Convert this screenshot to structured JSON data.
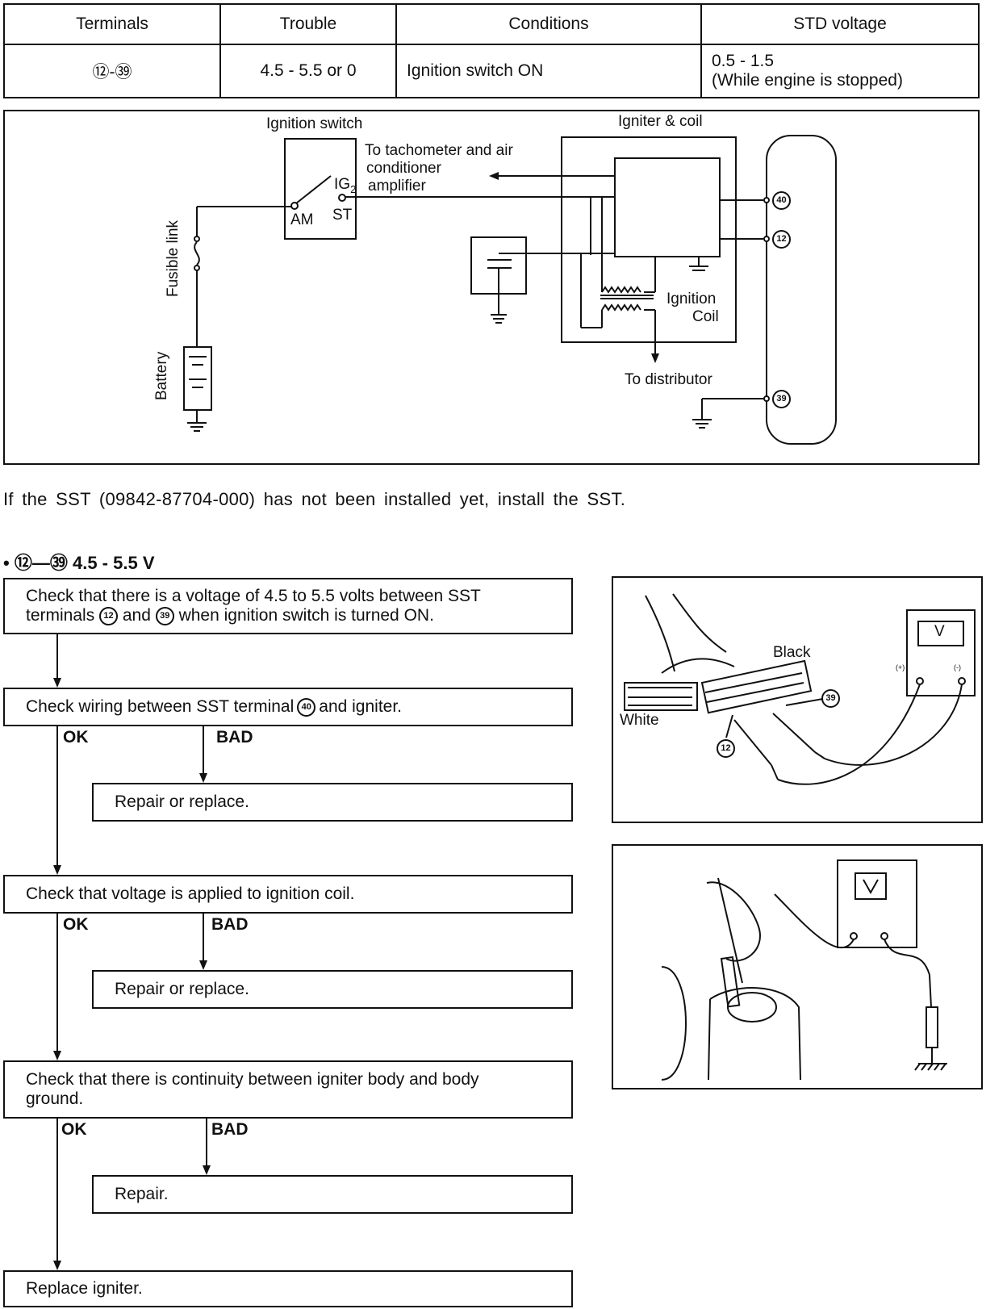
{
  "table": {
    "headers": [
      "Terminals",
      "Trouble",
      "Conditions",
      "STD voltage"
    ],
    "row": {
      "terminals_a": "⑫",
      "terminals_sep": "-",
      "terminals_b": "㊴",
      "trouble": "4.5 - 5.5 or 0",
      "conditions": "Ignition switch ON",
      "std_line1": "0.5 - 1.5",
      "std_line2": "(While engine is stopped)"
    }
  },
  "diagram": {
    "ignition_switch": "Ignition switch",
    "igniter_coil": "Igniter & coil",
    "to_tach_1": "To tachometer and air",
    "to_tach_2": "conditioner",
    "to_tach_3": "amplifier",
    "ig2": "IG",
    "ig2_sub": "2",
    "am": "AM",
    "st": "ST",
    "fusible_link": "Fusible link",
    "battery": "Battery",
    "ignition_coil_1": "Ignition",
    "ignition_coil_2": "Coil",
    "to_distributor": "To distributor",
    "term_40": "40",
    "term_12": "12",
    "term_39": "39"
  },
  "note": "If the SST (09842-87704-000) has not been installed yet, install the SST.",
  "section": {
    "bullet": "•",
    "t1": "⑫",
    "dash": "—",
    "t2": "㊴",
    "value": "4.5 - 5.5 V"
  },
  "flow": {
    "step1_line1_a": "Check that there is a voltage of 4.5 to 5.5 volts between SST",
    "step1_line2_a": "terminals ",
    "step1_t12": "12",
    "step1_line2_b": " and ",
    "step1_t39": "39",
    "step1_line2_c": " when ignition switch is turned ON.",
    "step2_a": "Check wiring between SST terminal ",
    "step2_t40": "40",
    "step2_b": " and igniter.",
    "step3": "Check that voltage is applied to ignition coil.",
    "step4_line1": "Check that there is continuity between igniter body and body",
    "step4_line2": "ground.",
    "repair1": "Repair or replace.",
    "repair2": "Repair or replace.",
    "repair3": "Repair.",
    "final": "Replace igniter.",
    "ok": "OK",
    "bad": "BAD"
  },
  "photo1": {
    "black": "Black",
    "white": "White",
    "meter": "V",
    "plus": "(+)",
    "minus": "(-)",
    "t39": "39",
    "t12": "12"
  },
  "photo2": {
    "meter": "V"
  }
}
